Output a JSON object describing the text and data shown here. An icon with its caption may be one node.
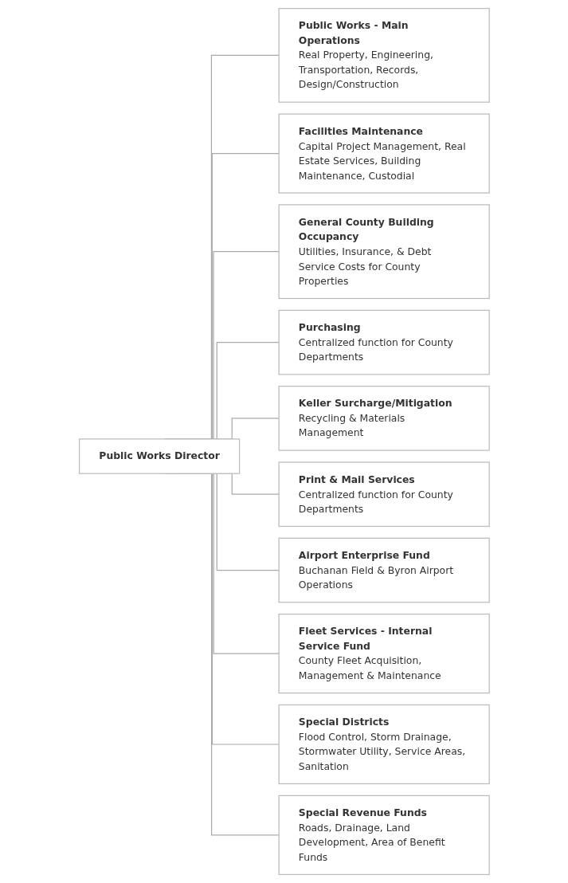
{
  "diagram": {
    "nodes": [
      {
        "text": [
          "Public Works Director"
        ]
      },
      {
        "text": [
          "Public Works - Main Operations",
          "Real Property, Engineering, Transportation, Records, Design/Construction"
        ]
      },
      {
        "text": [
          "Facilities Maintenance",
          "Capital Project Management, Real Estate Services, Building Maintenance, Custodial"
        ]
      },
      {
        "text": [
          "General County Building Occupancy",
          "Utilities, Insurance, & Debt Service Costs for County Properties"
        ]
      },
      {
        "text": [
          "Purchasing",
          "Centralized function for County Departments"
        ]
      },
      {
        "text": [
          "Keller Surcharge/Mitigation",
          "Recycling & Materials Management"
        ]
      },
      {
        "text": [
          "Print & Mail Services",
          "Centralized function for County Departments"
        ]
      },
      {
        "text": [
          "Airport Enterprise Fund",
          "Buchanan Field & Byron Airport Operations"
        ]
      },
      {
        "text": [
          "Fleet Services - Internal Service Fund",
          "County Fleet Acquisition, Management & Maintenance"
        ]
      },
      {
        "text": [
          "Special Districts",
          "Flood Control, Storm Drainage, Stormwater Utility, Service Areas, Sanitation"
        ]
      },
      {
        "text": [
          "Special Revenue Funds",
          "Roads, Drainage, Land Development, Area of Benefit Funds"
        ]
      }
    ],
    "edges": [
      {
        "from": 0,
        "to": 1,
        "arrow": "none"
      },
      {
        "from": 0,
        "to": 2,
        "arrow": "none"
      },
      {
        "from": 0,
        "to": 3,
        "arrow": "none"
      },
      {
        "from": 0,
        "to": 4,
        "arrow": "none"
      },
      {
        "from": 0,
        "to": 5,
        "arrow": "none"
      },
      {
        "from": 0,
        "to": 6,
        "arrow": "none"
      },
      {
        "from": 0,
        "to": 7,
        "arrow": "none"
      },
      {
        "from": 0,
        "to": 8,
        "arrow": "none"
      },
      {
        "from": 0,
        "to": 9,
        "arrow": "none"
      },
      {
        "from": 0,
        "to": 10,
        "arrow": "none"
      }
    ]
  }
}
